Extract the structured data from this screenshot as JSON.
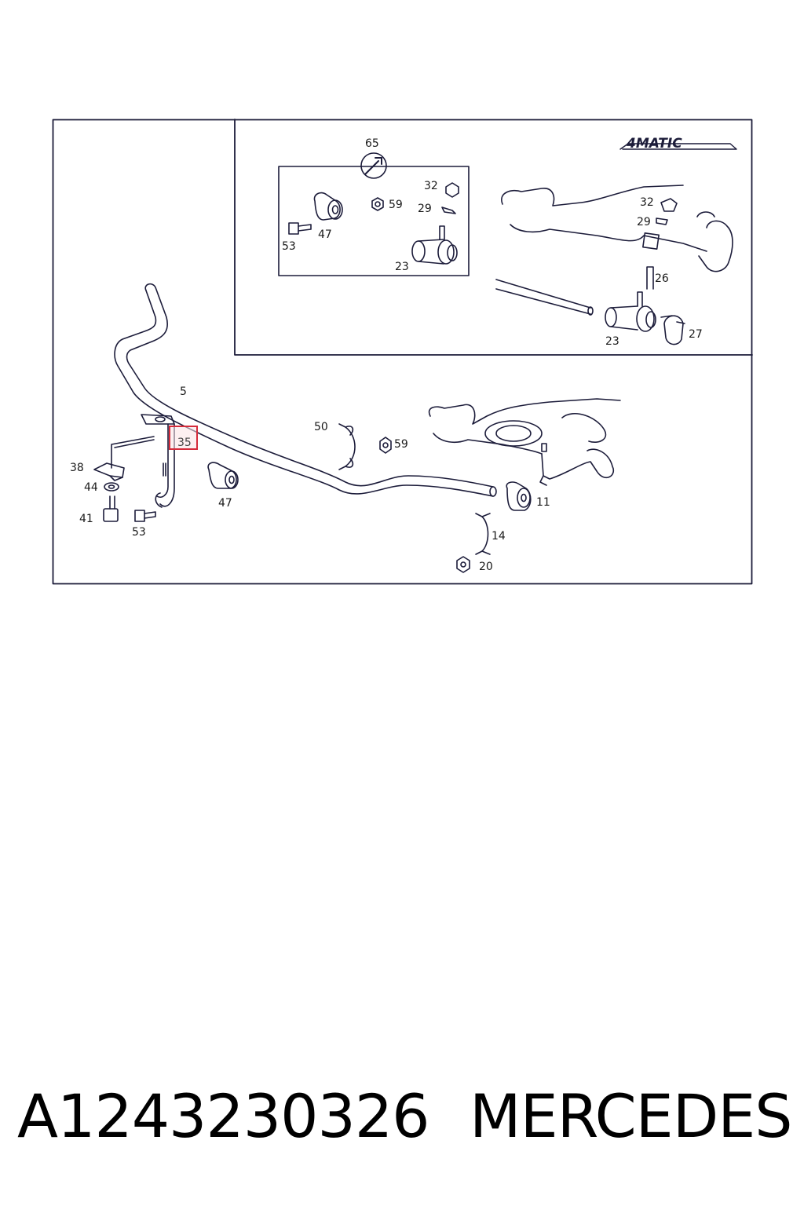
{
  "diagram": {
    "badge_text": "4MATIC",
    "highlighted_part": "35",
    "callouts": {
      "c65": "65",
      "c32a": "32",
      "c59a": "59",
      "c29a": "29",
      "c47a": "47",
      "c53a": "53",
      "c23a": "23",
      "c32b": "32",
      "c29b": "29",
      "c26": "26",
      "c23b": "23",
      "c27": "27",
      "c5": "5",
      "c50": "50",
      "c59b": "59",
      "c35": "35",
      "c38": "38",
      "c44": "44",
      "c41": "41",
      "c53b": "53",
      "c47b": "47",
      "c11": "11",
      "c14": "14",
      "c20": "20"
    }
  },
  "caption": {
    "part_number": "A1243230326",
    "brand": "MERCEDES"
  }
}
